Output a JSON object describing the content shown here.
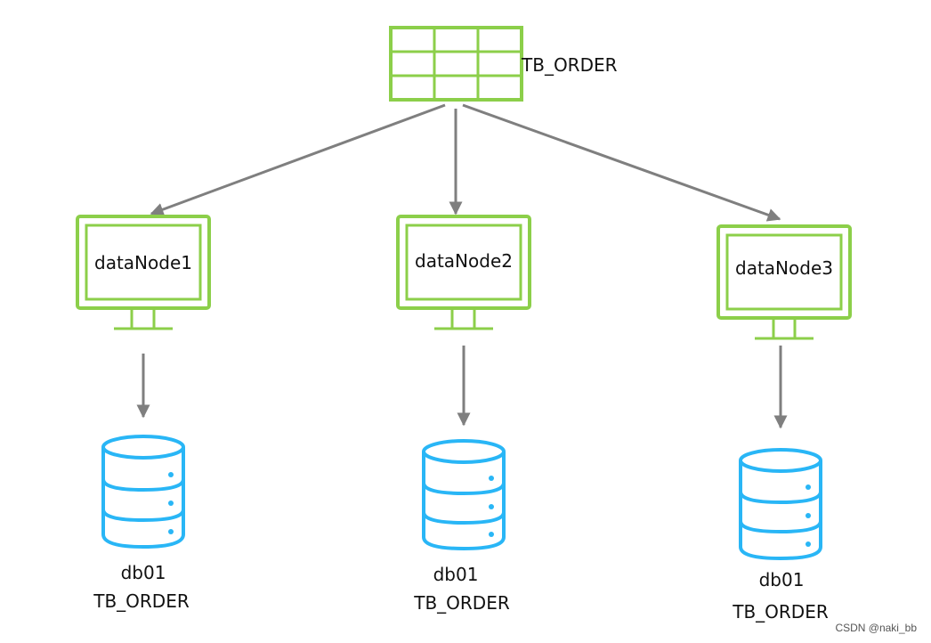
{
  "source_table": {
    "label": "TB_ORDER",
    "icon": "table-grid-icon"
  },
  "data_nodes": [
    {
      "label": "dataNode1",
      "db_name": "db01",
      "table_name": "TB_ORDER"
    },
    {
      "label": "dataNode2",
      "db_name": "db01",
      "table_name": "TB_ORDER"
    },
    {
      "label": "dataNode3",
      "db_name": "db01",
      "table_name": "TB_ORDER"
    }
  ],
  "watermark": "CSDN @naki_bb",
  "colors": {
    "node_green": "#8ccf4a",
    "database_blue": "#29b6f6",
    "arrow_gray": "#7f7f7f"
  }
}
